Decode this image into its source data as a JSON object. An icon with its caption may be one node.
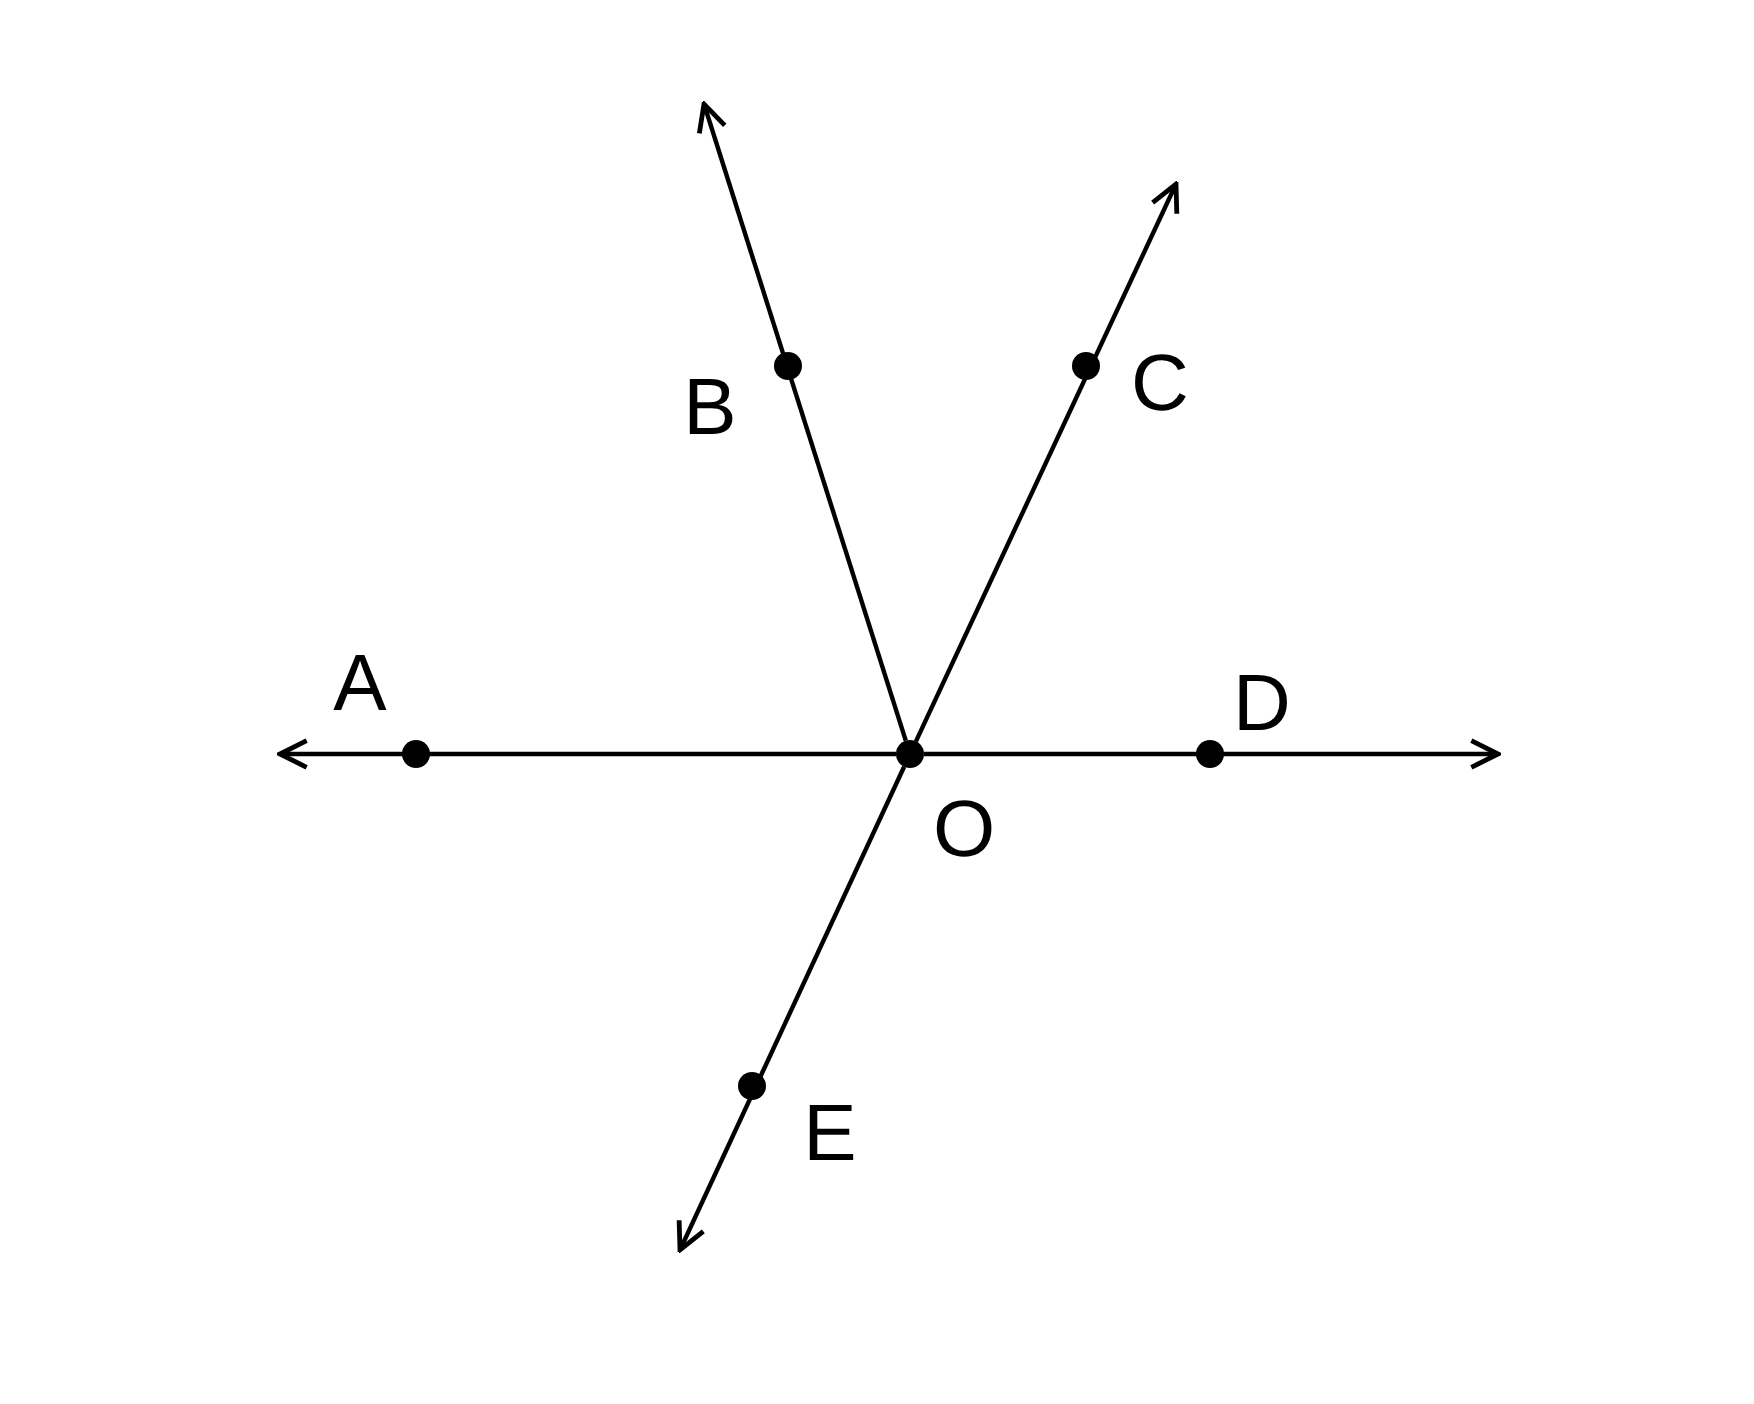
{
  "diagram": {
    "nodes": [
      {
        "text": [
          "B"
        ]
      },
      {
        "text": [
          "C"
        ]
      },
      {
        "text": [
          "A"
        ]
      },
      {
        "text": [
          "O"
        ]
      },
      {
        "text": [
          "D"
        ]
      },
      {
        "text": [
          "E"
        ]
      }
    ],
    "edges": [
      {
        "from": 3,
        "to": null,
        "arrow": "to"
      },
      {
        "from": 3,
        "to": null,
        "arrow": "to"
      },
      {
        "from": 3,
        "to": null,
        "arrow": "to"
      },
      {
        "from": 3,
        "to": null,
        "arrow": "to"
      },
      {
        "from": 3,
        "to": null,
        "arrow": "to"
      }
    ]
  }
}
